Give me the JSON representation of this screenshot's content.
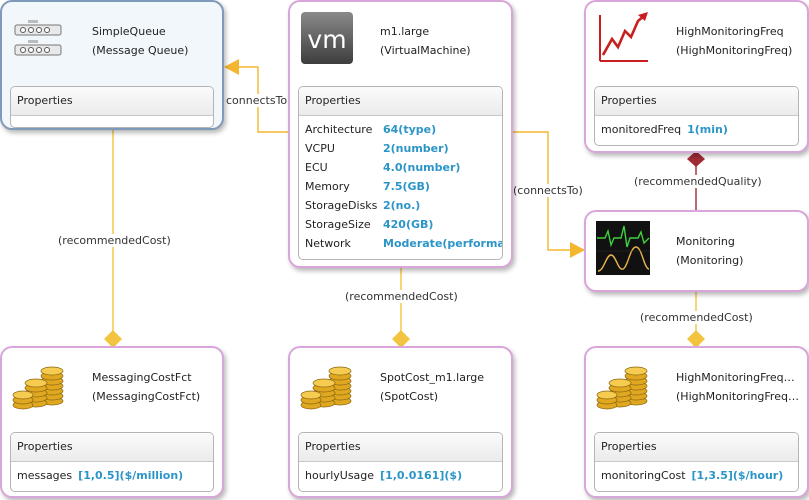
{
  "colors": {
    "connects_edge": "#f5b62e",
    "cost_edge": "#f2c440",
    "quality_edge": "#a02b35",
    "value_text": "#2b95c8",
    "node_border": "#d9a6d9",
    "selected_border": "#7e9ab8"
  },
  "nodes": {
    "simple_queue": {
      "icon": "message-queue-icon",
      "name": "SimpleQueue",
      "type": "(Message Queue)",
      "properties_label": "Properties",
      "props": []
    },
    "vm": {
      "icon": "vm-logo-icon",
      "logo_text": "vm",
      "name": "m1.large",
      "type": "(VirtualMachine)",
      "properties_label": "Properties",
      "props": [
        {
          "key": "Architecture",
          "value": "64(type)"
        },
        {
          "key": "VCPU",
          "value": "2(number)"
        },
        {
          "key": "ECU",
          "value": "4.0(number)"
        },
        {
          "key": "Memory",
          "value": "7.5(GB)"
        },
        {
          "key": "StorageDisks",
          "value": "2(no.)"
        },
        {
          "key": "StorageSize",
          "value": "420(GB)"
        },
        {
          "key": "Network",
          "value": "Moderate(performa"
        }
      ]
    },
    "high_freq": {
      "icon": "trend-chart-icon",
      "name": "HighMonitoringFreq",
      "type": "(HighMonitoringFreq)",
      "properties_label": "Properties",
      "props": [
        {
          "key": "monitoredFreq",
          "value": "1(min)"
        }
      ]
    },
    "monitoring": {
      "icon": "ecg-monitor-icon",
      "name": "Monitoring",
      "type": "(Monitoring)"
    },
    "messaging_cost": {
      "icon": "coins-icon",
      "name": "MessagingCostFct",
      "type": "(MessagingCostFct)",
      "properties_label": "Properties",
      "props": [
        {
          "key": "messages",
          "value": "[1,0.5]($/million)"
        }
      ]
    },
    "spot_cost": {
      "icon": "coins-icon",
      "name": "SpotCost_m1.large",
      "type": "(SpotCost)",
      "properties_label": "Properties",
      "props": [
        {
          "key": "hourlyUsage",
          "value": "[1,0.0161]($)"
        }
      ]
    },
    "high_monitoring_cost": {
      "icon": "coins-icon",
      "name": "HighMonitoringFreq…",
      "type": "(HighMonitoringFreq…",
      "properties_label": "Properties",
      "props": [
        {
          "key": "monitoringCost",
          "value": "[1,3.5]($/hour)"
        }
      ]
    }
  },
  "edges": [
    {
      "id": "vm_to_queue",
      "label": "connectsTo"
    },
    {
      "id": "vm_to_monitoring",
      "label": "(connectsTo)"
    },
    {
      "id": "queue_cost",
      "label": "(recommendedCost)"
    },
    {
      "id": "vm_cost",
      "label": "(recommendedCost)"
    },
    {
      "id": "monitoring_cost",
      "label": "(recommendedCost)"
    },
    {
      "id": "monitoring_quality",
      "label": "(recommendedQuality)"
    }
  ]
}
